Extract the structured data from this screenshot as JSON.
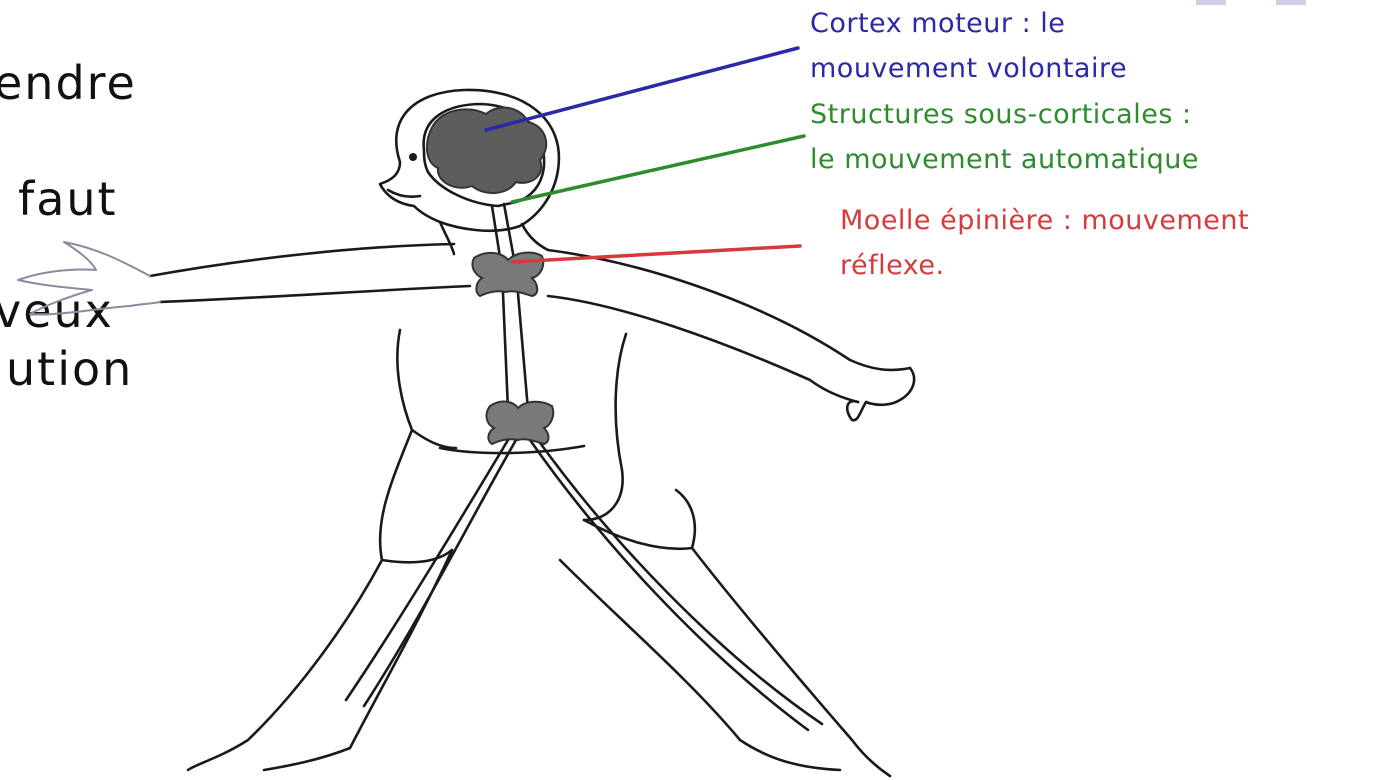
{
  "slide_fragments": [
    "endre",
    "faut",
    "veux",
    "ution"
  ],
  "labels": {
    "cortex": {
      "line1": "Cortex moteur : le",
      "line2": "mouvement volontaire",
      "color": "#2a2aa6"
    },
    "sous_cortical": {
      "line1": "Structures sous-corticales :",
      "line2": "le mouvement automatique",
      "color": "#2e8b2e"
    },
    "moelle": {
      "line1": "Moelle épinière : mouvement",
      "line2": "réflexe.",
      "color": "#d63a3a"
    }
  },
  "figure": {
    "subject": "human-nervous-system-sketch",
    "line_color": "#1a1a1a",
    "organ_color": "#7a7a7a"
  }
}
